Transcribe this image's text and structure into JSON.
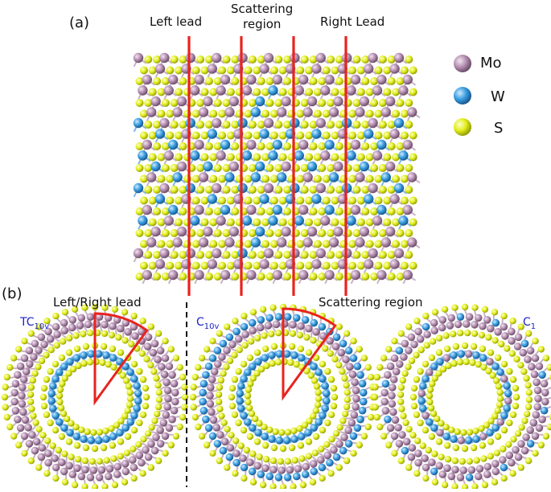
{
  "panel_a": {
    "label": "(a)",
    "regions": {
      "left": "Left lead",
      "scattering_line1": "Scattering",
      "scattering_line2": "region",
      "right": "Right Lead"
    }
  },
  "legend": [
    {
      "element": "Mo",
      "color": "#b48fb1"
    },
    {
      "element": "W",
      "color": "#3a9ee0"
    },
    {
      "element": "S",
      "color": "#e2ee1a"
    }
  ],
  "panel_b": {
    "label": "(b)",
    "left_title": "Left/Right lead",
    "right_title": "Scattering region",
    "sym_left_main": "TC",
    "sym_left_sub": "10v",
    "sym_mid_main": "C",
    "sym_mid_sub": "10v",
    "sym_right_main": "C",
    "sym_right_sub": "1"
  },
  "colors": {
    "mo": "#b48fb1",
    "w": "#3a9ee0",
    "s": "#e2ee1a",
    "cut_line": "#e8231e",
    "symmetry_label": "#1a22c8"
  }
}
